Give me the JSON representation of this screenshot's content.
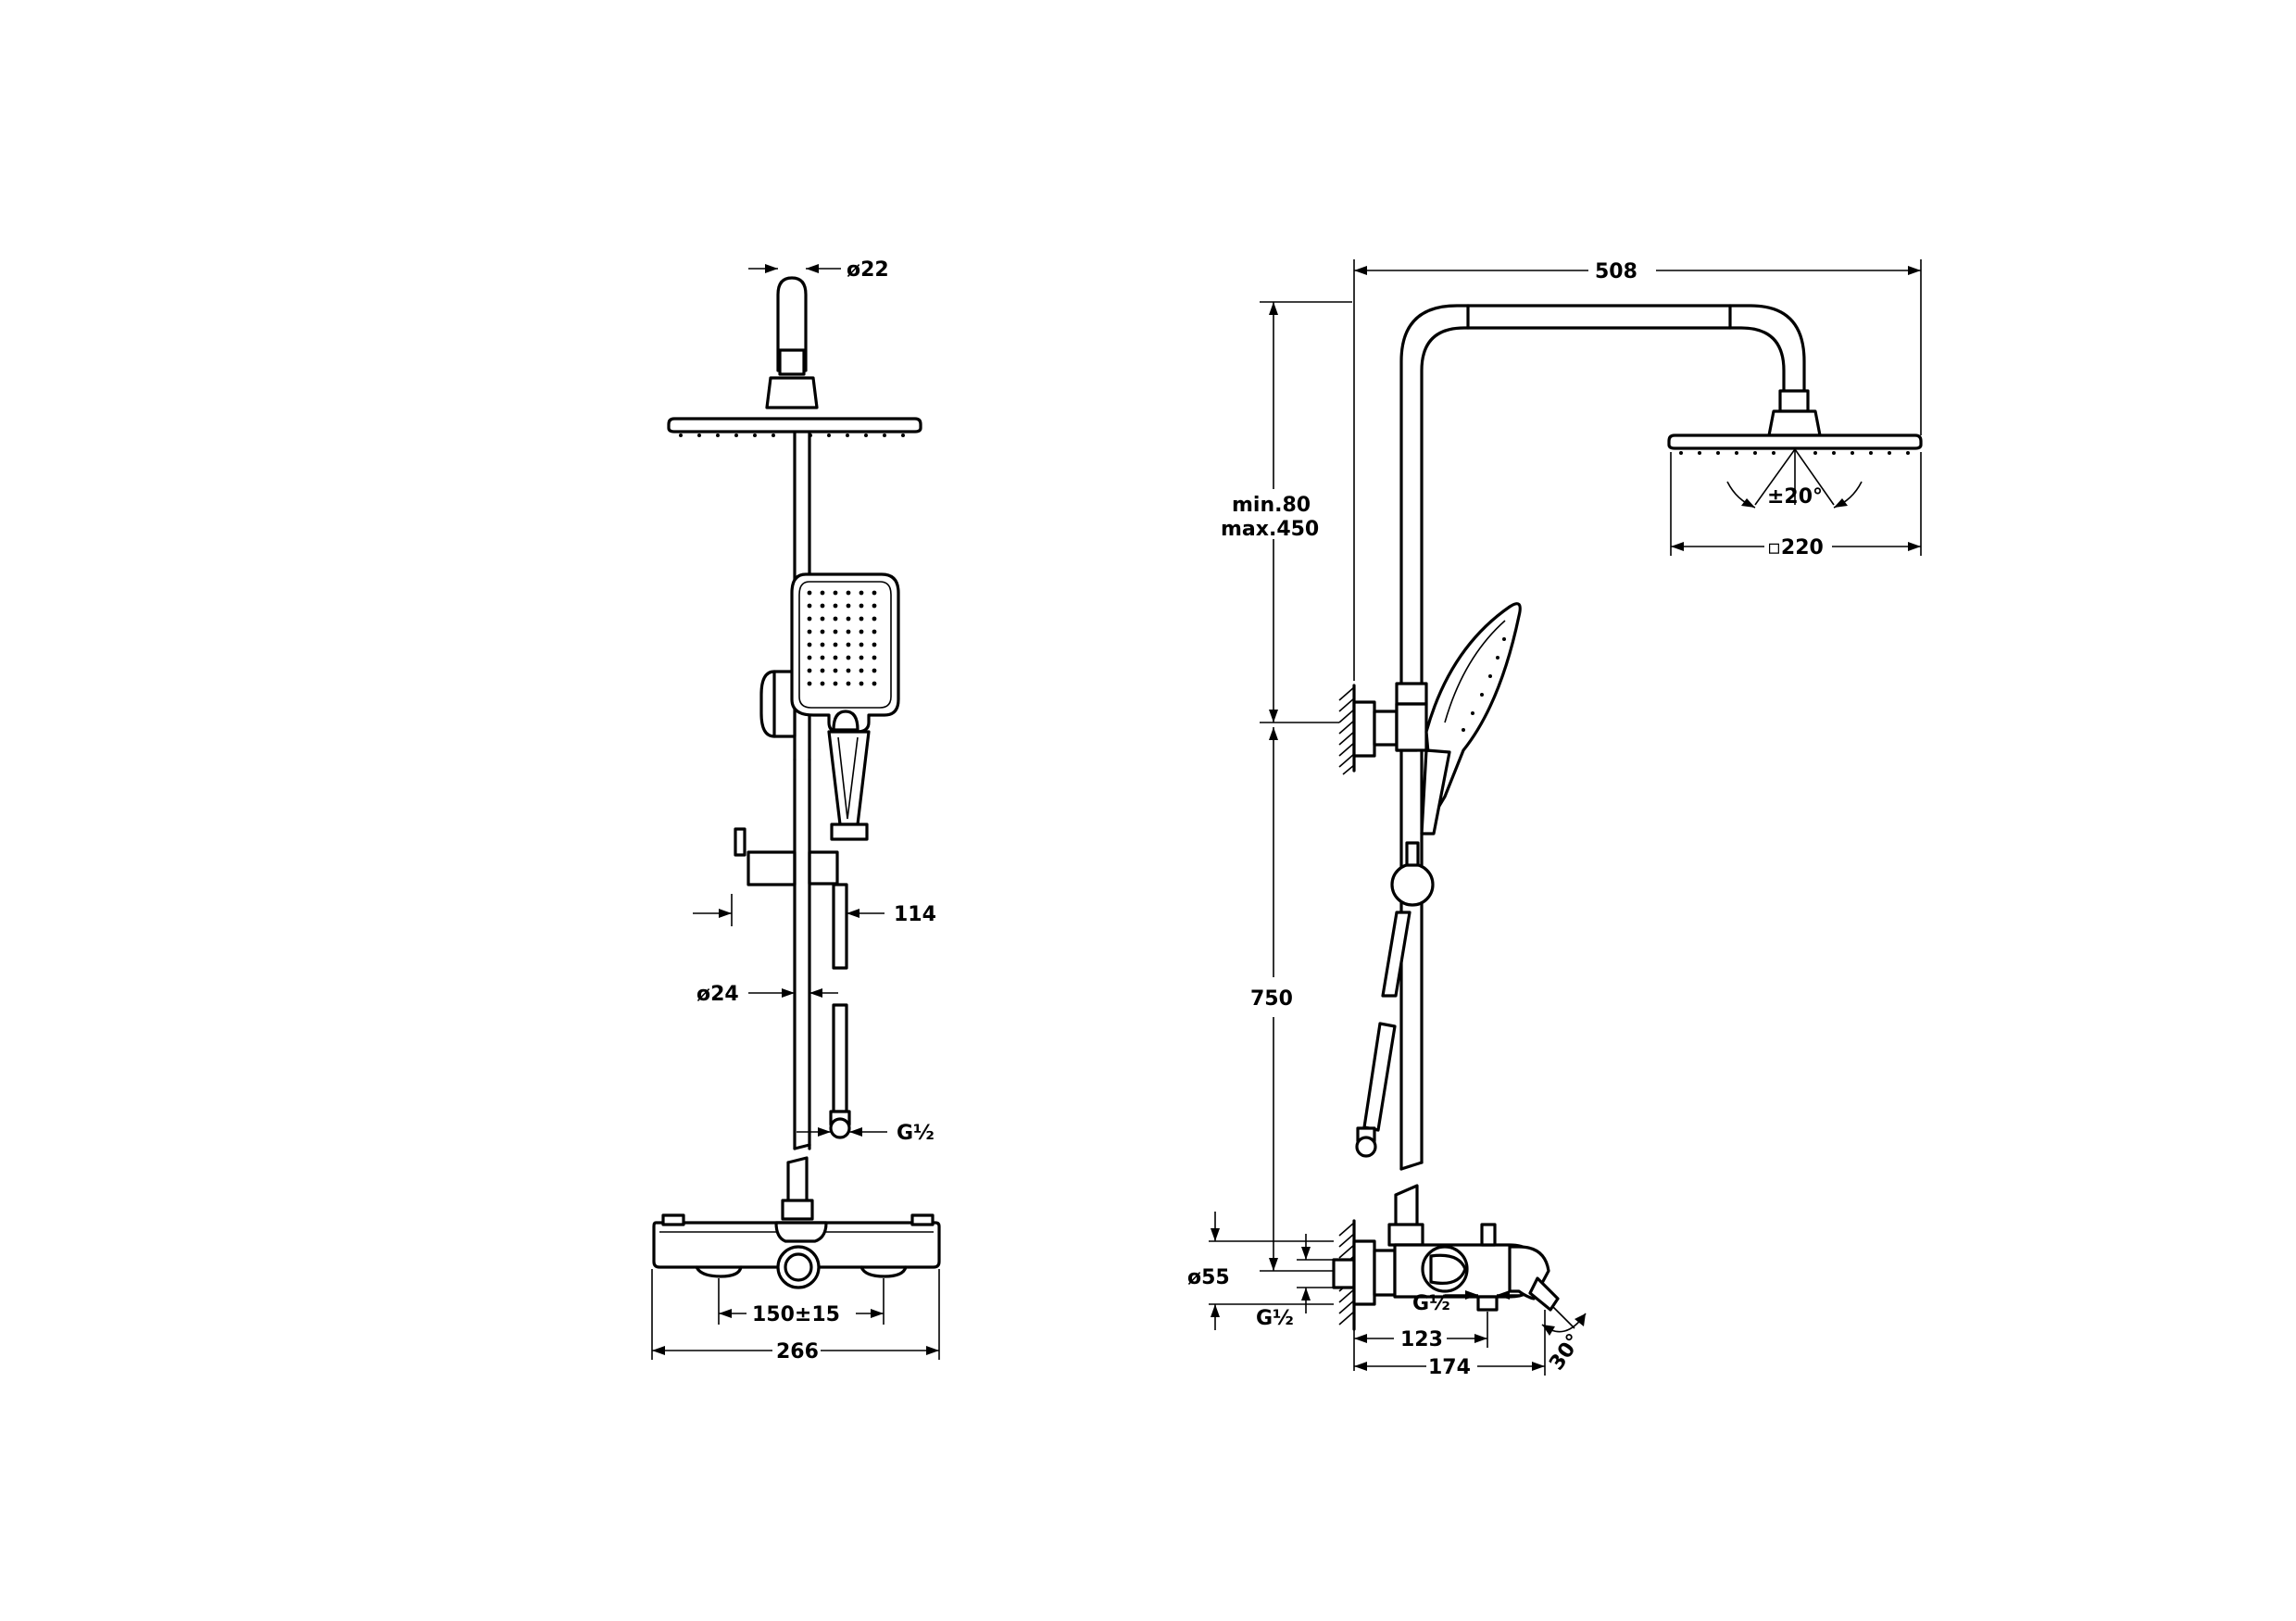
{
  "front_view": {
    "dims": {
      "arm_diameter": "ø22",
      "riser_diameter": "ø24",
      "handshower_offset": "114",
      "hose_connection": "G½",
      "inlet_spacing": "150±15",
      "body_width": "266"
    }
  },
  "side_view": {
    "dims": {
      "arm_projection": "508",
      "height_adjust_min": "min.80",
      "height_adjust_max": "max.450",
      "riser_height": "750",
      "tilt_angle": "±20°",
      "head_size": "▫220",
      "escutcheon_diameter": "ø55",
      "inlet_connection": "G½",
      "outlet_connection": "G½",
      "wall_to_outlet": "123",
      "wall_to_spout": "174",
      "spout_angle": "30°"
    }
  }
}
